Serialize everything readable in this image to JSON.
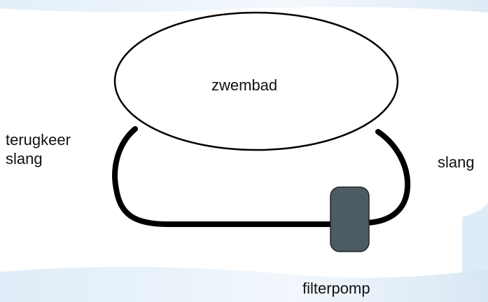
{
  "diagram": {
    "pool_label": "zwembad",
    "return_hose_label_line1": "terugkeer",
    "return_hose_label_line2": "slang",
    "hose_label": "slang",
    "pump_label": "filterpomp"
  },
  "colors": {
    "outline": "#000000",
    "hose": "#000000",
    "pump_fill": "#4d5b63",
    "background_tint": "#dfeef8",
    "background_panel": "#ffffff"
  }
}
